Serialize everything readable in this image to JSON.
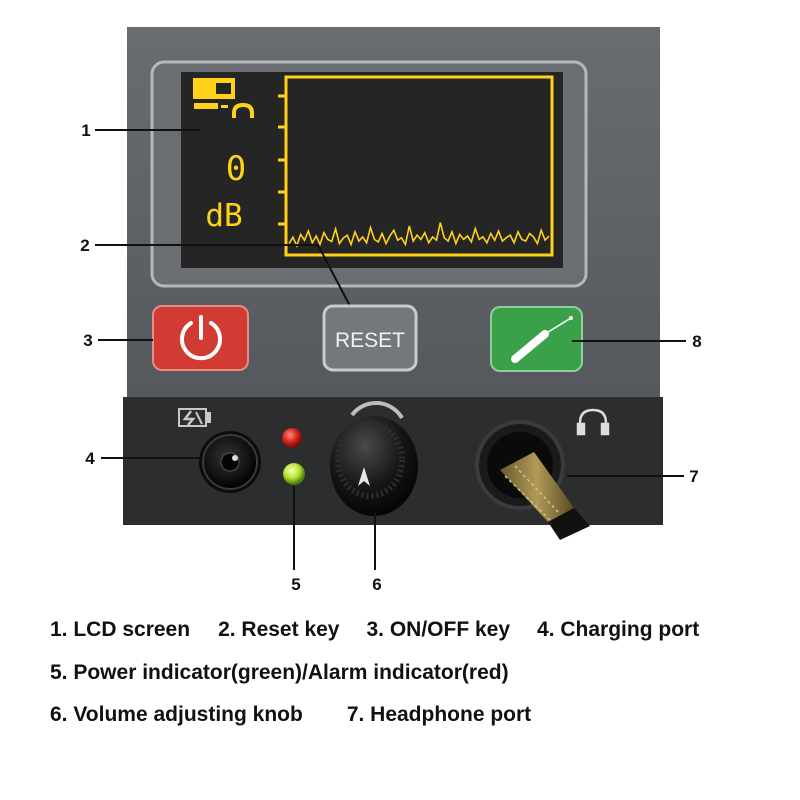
{
  "device": {
    "lcd": {
      "level_value": "0",
      "level_unit": "dB",
      "waveform_samples": [
        0.2,
        0.35,
        0.15,
        0.42,
        0.28,
        0.5,
        0.22,
        0.38,
        0.18,
        0.46,
        0.3,
        0.25,
        0.55,
        0.2,
        0.33,
        0.4,
        0.18,
        0.48,
        0.26,
        0.36,
        0.22,
        0.58,
        0.3,
        0.24,
        0.44,
        0.2,
        0.38,
        0.52,
        0.28,
        0.34,
        0.18,
        0.62,
        0.26,
        0.4,
        0.3,
        0.46,
        0.22,
        0.36,
        0.28,
        0.7,
        0.34,
        0.26,
        0.48,
        0.2,
        0.42,
        0.3,
        0.38,
        0.24,
        0.56,
        0.3,
        0.36,
        0.22,
        0.44,
        0.28,
        0.5,
        0.26,
        0.34,
        0.4,
        0.22,
        0.48,
        0.3,
        0.26,
        0.44,
        0.36,
        0.2,
        0.52,
        0.28,
        0.38
      ],
      "colors": {
        "screen": "#2a2a2a",
        "trace": "#ffd21a"
      }
    },
    "reset_key_label": "RESET",
    "colors": {
      "panel": "#5f6266",
      "lower_panel": "#2c2d2f",
      "power_key": "#d23b34",
      "key8": "#3aa14a"
    },
    "icons": {
      "battery": "battery-icon",
      "headphone": "headphone-icon",
      "charge": "battery-charge-icon",
      "power": "power-icon",
      "probe": "probe-icon"
    }
  },
  "callouts": [
    "1",
    "2",
    "3",
    "4",
    "5",
    "6",
    "7",
    "8"
  ],
  "legend": {
    "line1": [
      "1.  LCD screen",
      "2. Reset key",
      "3. ON/OFF key",
      "4. Charging port"
    ],
    "line2": [
      "5. Power indicator(green)/Alarm indicator(red)"
    ],
    "line3": [
      "6. Volume adjusting knob",
      "7. Headphone port"
    ]
  }
}
